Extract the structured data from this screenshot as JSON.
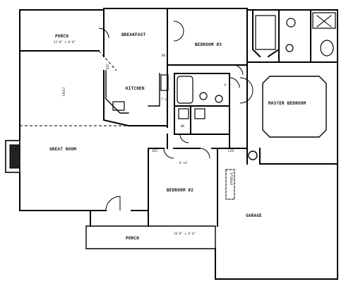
{
  "rooms": {
    "porch_top": "PORCH",
    "porch_top_size": "12'0\" x 6'0\"",
    "breakfast": "BREAKFAST",
    "bedroom3": "BEDROOM #3",
    "kitchen": "KITCHEN",
    "vault": "VAULT",
    "great_room": "GREAT ROOM",
    "master_bedroom": "MASTER BEDROOM",
    "bedroom2": "BEDROOM #2",
    "garage": "GARAGE",
    "porch_bottom": "PORCH",
    "porch_bottom_size": "16'0\" x 6'0\"",
    "garage_note": "STORAGE"
  },
  "labels": {
    "ref": "REF",
    "dw": "DW",
    "wd": "WD",
    "shelf_a": "WIC",
    "shelf_b": "LIN",
    "shelf_c": "P",
    "size_a": "8'x4'",
    "size_b": "7'x4'"
  }
}
